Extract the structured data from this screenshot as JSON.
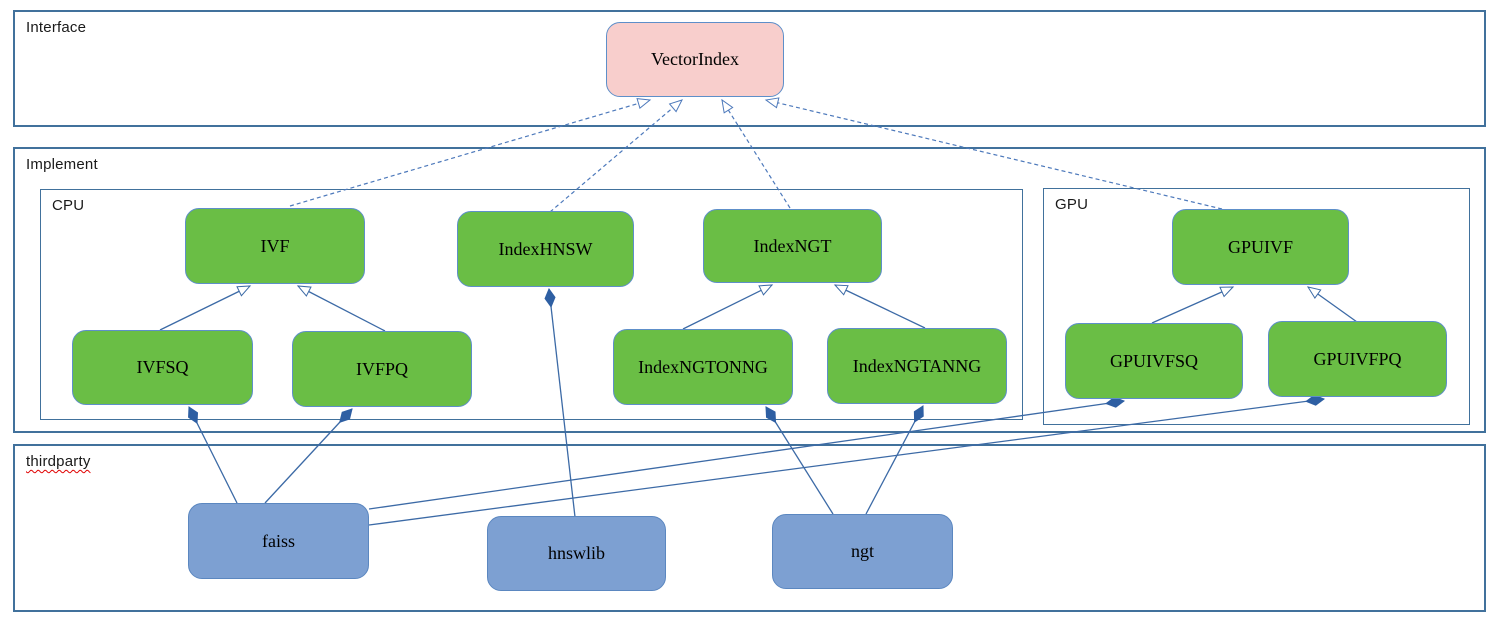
{
  "diagram": {
    "kind": "uml-class-diagram",
    "containers": {
      "interface": {
        "label": "Interface"
      },
      "implement": {
        "label": "Implement"
      },
      "cpu": {
        "label": "CPU"
      },
      "gpu": {
        "label": "GPU"
      },
      "thirdparty": {
        "label": "thirdparty"
      }
    },
    "nodes": {
      "vectorindex": {
        "label": "VectorIndex",
        "kind": "interface",
        "container": "interface"
      },
      "ivf": {
        "label": "IVF",
        "kind": "class",
        "container": "cpu"
      },
      "indexhnsw": {
        "label": "IndexHNSW",
        "kind": "class",
        "container": "cpu"
      },
      "indexngt": {
        "label": "IndexNGT",
        "kind": "class",
        "container": "cpu"
      },
      "ivfsq": {
        "label": "IVFSQ",
        "kind": "class",
        "container": "cpu"
      },
      "ivfpq": {
        "label": "IVFPQ",
        "kind": "class",
        "container": "cpu"
      },
      "indexngtonng": {
        "label": "IndexNGTONNG",
        "kind": "class",
        "container": "cpu"
      },
      "indexngtanng": {
        "label": "IndexNGTANNG",
        "kind": "class",
        "container": "cpu"
      },
      "gpuivf": {
        "label": "GPUIVF",
        "kind": "class",
        "container": "gpu"
      },
      "gpuivfsq": {
        "label": "GPUIVFSQ",
        "kind": "class",
        "container": "gpu"
      },
      "gpuivfpq": {
        "label": "GPUIVFPQ",
        "kind": "class",
        "container": "gpu"
      },
      "faiss": {
        "label": "faiss",
        "kind": "library",
        "container": "thirdparty"
      },
      "hnswlib": {
        "label": "hnswlib",
        "kind": "library",
        "container": "thirdparty"
      },
      "ngt": {
        "label": "ngt",
        "kind": "library",
        "container": "thirdparty"
      }
    },
    "edges": [
      {
        "from": "ivf",
        "to": "vectorindex",
        "type": "realization"
      },
      {
        "from": "indexhnsw",
        "to": "vectorindex",
        "type": "realization"
      },
      {
        "from": "indexngt",
        "to": "vectorindex",
        "type": "realization"
      },
      {
        "from": "gpuivf",
        "to": "vectorindex",
        "type": "realization"
      },
      {
        "from": "ivfsq",
        "to": "ivf",
        "type": "generalization"
      },
      {
        "from": "ivfpq",
        "to": "ivf",
        "type": "generalization"
      },
      {
        "from": "indexngtonng",
        "to": "indexngt",
        "type": "generalization"
      },
      {
        "from": "indexngtanng",
        "to": "indexngt",
        "type": "generalization"
      },
      {
        "from": "gpuivfsq",
        "to": "gpuivf",
        "type": "generalization"
      },
      {
        "from": "gpuivfpq",
        "to": "gpuivf",
        "type": "generalization"
      },
      {
        "from": "faiss",
        "to": "ivfsq",
        "type": "composition"
      },
      {
        "from": "faiss",
        "to": "ivfpq",
        "type": "composition"
      },
      {
        "from": "faiss",
        "to": "gpuivfsq",
        "type": "composition"
      },
      {
        "from": "faiss",
        "to": "gpuivfpq",
        "type": "composition"
      },
      {
        "from": "hnswlib",
        "to": "indexhnsw",
        "type": "composition"
      },
      {
        "from": "ngt",
        "to": "indexngtonng",
        "type": "composition"
      },
      {
        "from": "ngt",
        "to": "indexngtanng",
        "type": "composition"
      }
    ],
    "colors": {
      "container_border": "#41719c",
      "class_fill": "#6abe45",
      "class_border": "#5e8fc9",
      "interface_fill": "#f8cecc",
      "interface_border": "#5e8fc9",
      "library_fill": "#7da0d2",
      "library_border": "#5b87c0",
      "connector": "#3c6aa6",
      "connector_dashed": "#4d79bb",
      "diamond": "#2e5fa3",
      "label_text": "#1a1a1a",
      "spellcheck_underline": "#e00000"
    }
  }
}
